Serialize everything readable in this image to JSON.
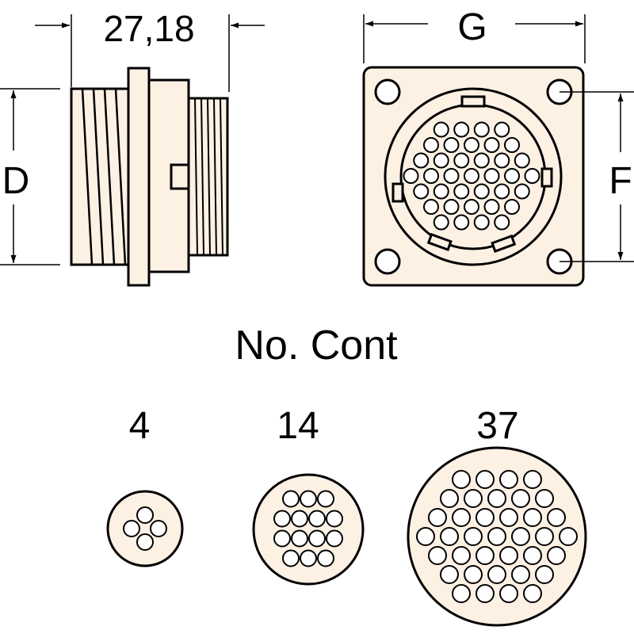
{
  "diagram": {
    "dimension_labels": {
      "length": "27,18",
      "d": "D",
      "g": "G",
      "f": "F"
    },
    "contacts_heading": "No. Cont",
    "contact_options": [
      {
        "label": "4",
        "count": 4
      },
      {
        "label": "14",
        "count": 14
      },
      {
        "label": "37",
        "count": 37
      }
    ],
    "colors": {
      "body_fill": "#fdf1e4",
      "line": "#000000",
      "background": "#ffffff"
    }
  }
}
